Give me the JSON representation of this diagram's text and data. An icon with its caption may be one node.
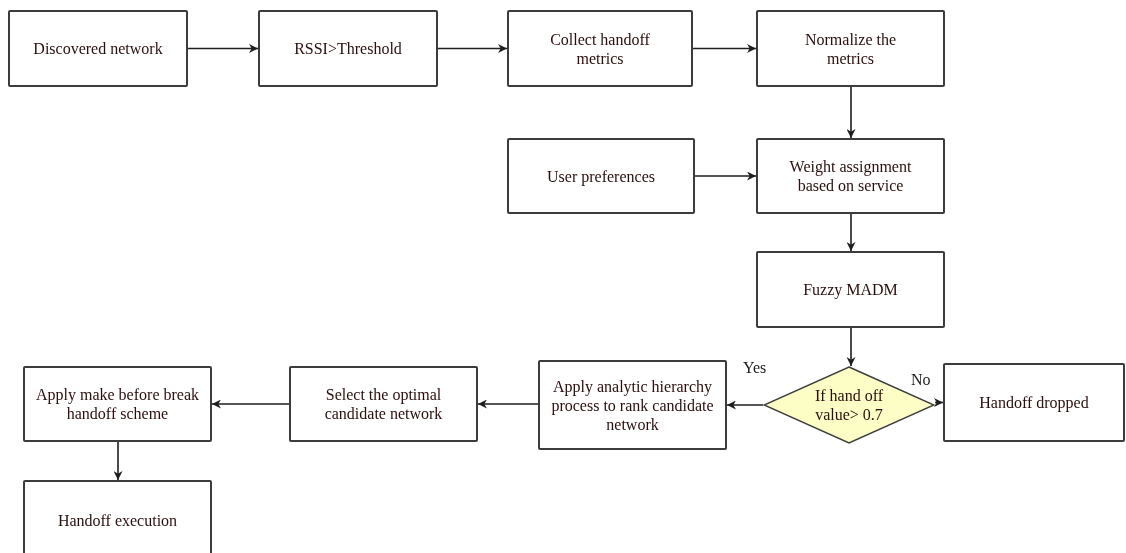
{
  "diagram": {
    "nodes": [
      {
        "text": [
          "Discovered network"
        ]
      },
      {
        "text": [
          "RSSI>Threshold"
        ]
      },
      {
        "text": [
          "Collect handoff metrics"
        ]
      },
      {
        "text": [
          "Normalize the metrics"
        ]
      },
      {
        "text": [
          "User preferences"
        ]
      },
      {
        "text": [
          "Weight assignment based on service"
        ]
      },
      {
        "text": [
          "Fuzzy MADM"
        ]
      },
      {
        "text": [
          "If hand off value> 0.7"
        ]
      },
      {
        "text": [
          "Handoff dropped"
        ]
      },
      {
        "text": [
          "Apply analytic hierarchy process to rank candidate network"
        ]
      },
      {
        "text": [
          "Select the optimal candidate network"
        ]
      },
      {
        "text": [
          "Apply make before break handoff scheme"
        ]
      },
      {
        "text": [
          "Handoff execution"
        ]
      }
    ],
    "edges": [
      {
        "from": 0,
        "to": 1,
        "arrow": "to"
      },
      {
        "from": 1,
        "to": 2,
        "arrow": "to"
      },
      {
        "from": 2,
        "to": 3,
        "arrow": "to"
      },
      {
        "from": 3,
        "to": 5,
        "arrow": "to"
      },
      {
        "from": 4,
        "to": 5,
        "arrow": "to"
      },
      {
        "from": 5,
        "to": 6,
        "arrow": "to"
      },
      {
        "from": 6,
        "to": 7,
        "arrow": "to"
      },
      {
        "from": 7,
        "to": 9,
        "arrow": "to",
        "label": "Yes"
      },
      {
        "from": 7,
        "to": 8,
        "arrow": "to",
        "label": "No"
      },
      {
        "from": 9,
        "to": 10,
        "arrow": "to"
      },
      {
        "from": 10,
        "to": 11,
        "arrow": "to"
      },
      {
        "from": 11,
        "to": 12,
        "arrow": "to"
      }
    ]
  }
}
